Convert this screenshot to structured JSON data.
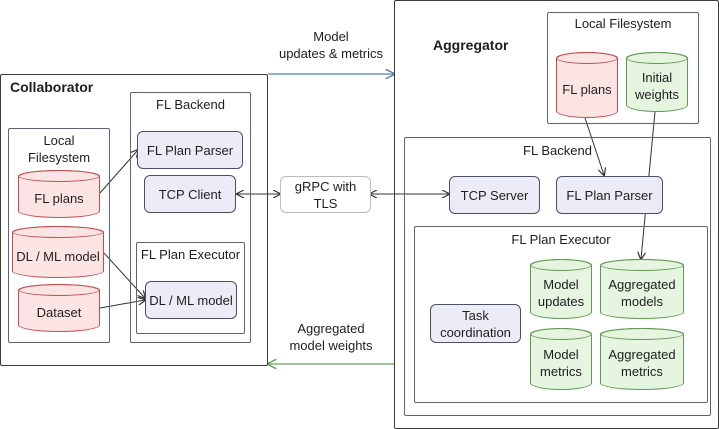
{
  "top_label": {
    "line1": "Model",
    "line2": "updates & metrics"
  },
  "bottom_label": {
    "line1": "Aggregated",
    "line2": "model weights"
  },
  "collaborator": {
    "title": "Collaborator",
    "local_fs": {
      "line1": "Local",
      "line2": "Filesystem"
    },
    "fl_plans": "FL plans",
    "dl_model": "DL / ML model",
    "dataset": "Dataset",
    "backend_title": "FL Backend",
    "plan_parser": "FL Plan Parser",
    "tcp_client": "TCP Client",
    "executor_title": "FL Plan Executor",
    "executor_model": "DL / ML model"
  },
  "grpc": {
    "line1": "gRPC with",
    "line2": "TLS"
  },
  "aggregator": {
    "title": "Aggregator",
    "local_fs": "Local Filesystem",
    "fl_plans": "FL plans",
    "initial_weights": {
      "line1": "Initial",
      "line2": "weights"
    },
    "backend_title": "FL Backend",
    "tcp_server": "TCP Server",
    "plan_parser": "FL Plan Parser",
    "executor_title": "FL Plan Executor",
    "task_coordination": {
      "line1": "Task",
      "line2": "coordination"
    },
    "model_updates": {
      "line1": "Model",
      "line2": "updates"
    },
    "aggregated_models": {
      "line1": "Aggregated",
      "line2": "models"
    },
    "model_metrics": {
      "line1": "Model",
      "line2": "metrics"
    },
    "aggregated_metrics": {
      "line1": "Aggregated",
      "line2": "metrics"
    }
  }
}
